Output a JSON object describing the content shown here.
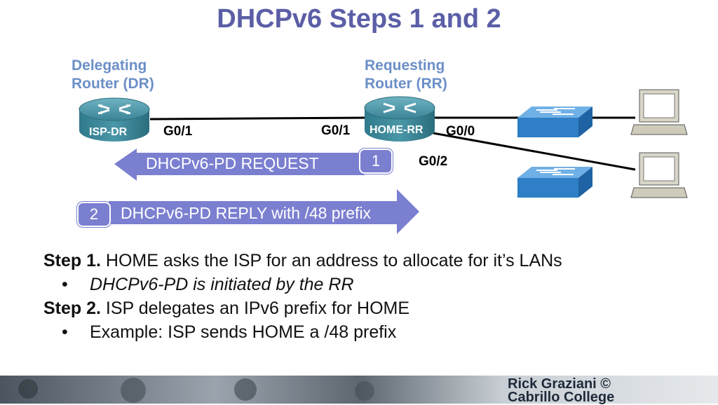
{
  "title": "DHCPv6 Steps 1 and 2",
  "diagram": {
    "dr_label_line1": "Delegating",
    "dr_label_line2": "Router (DR)",
    "rr_label_line1": "Requesting",
    "rr_label_line2": "Router (RR)",
    "isp_router_name": "ISP-DR",
    "home_router_name": "HOME-RR",
    "port_isp": "G0/1",
    "port_home_wan": "G0/1",
    "port_home_lan0": "G0/0",
    "port_home_lan2": "G0/2",
    "request_label": "DHCPv6-PD REQUEST",
    "request_step": "1",
    "reply_label": "DHCPv6-PD REPLY with /48 prefix",
    "reply_step": "2"
  },
  "steps": {
    "step1_prefix": "Step 1.",
    "step1_text": " HOME asks the ISP for an address to allocate for it’s LANs",
    "step1_bullet": "DHCPv6-PD is initiated by the RR",
    "step2_prefix": "Step 2.",
    "step2_text": " ISP delegates an IPv6 prefix for HOME",
    "step2_bullet": "Example: ISP sends HOME a /48 prefix"
  },
  "footer": {
    "credit_line1": "Rick Graziani ©",
    "credit_line2": "Cabrillo College"
  },
  "colors": {
    "title": "#5b5ea6",
    "role_label": "#6b8fc7",
    "arrow": "#7b7fd0",
    "router": "#3f8fa0",
    "switch": "#3a7fc3"
  }
}
